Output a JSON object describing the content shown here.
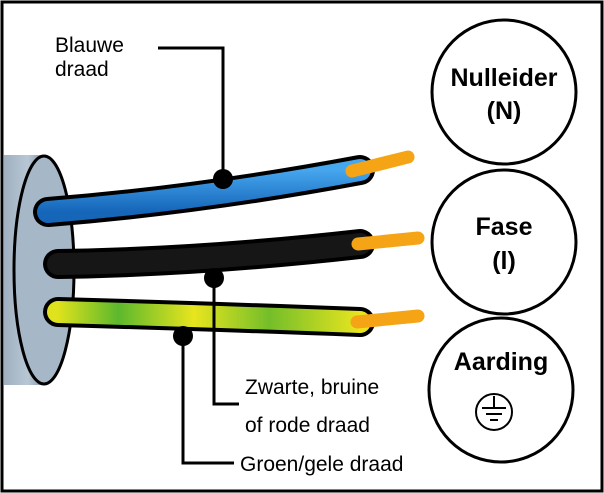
{
  "labels": {
    "blue_line1": "Blauwe",
    "blue_line2": "draad",
    "live_line1": "Zwarte, bruine",
    "live_line2": "of rode draad",
    "earth": "Groen/gele draad"
  },
  "circles": {
    "neutral_title": "Nulleider",
    "neutral_code": "(N)",
    "live_title": "Fase",
    "live_code": "(l)",
    "earth_title": "Aarding"
  },
  "icons": {
    "earth": "ground-symbol-icon"
  },
  "colors": {
    "neutral_wire": "#1f78c8",
    "live_wire": "#111111",
    "earth_wire_yellow": "#e6e21a",
    "earth_wire_green": "#5db82e",
    "copper": "#f5a415",
    "cable_sheath": "#8ea1b4"
  }
}
